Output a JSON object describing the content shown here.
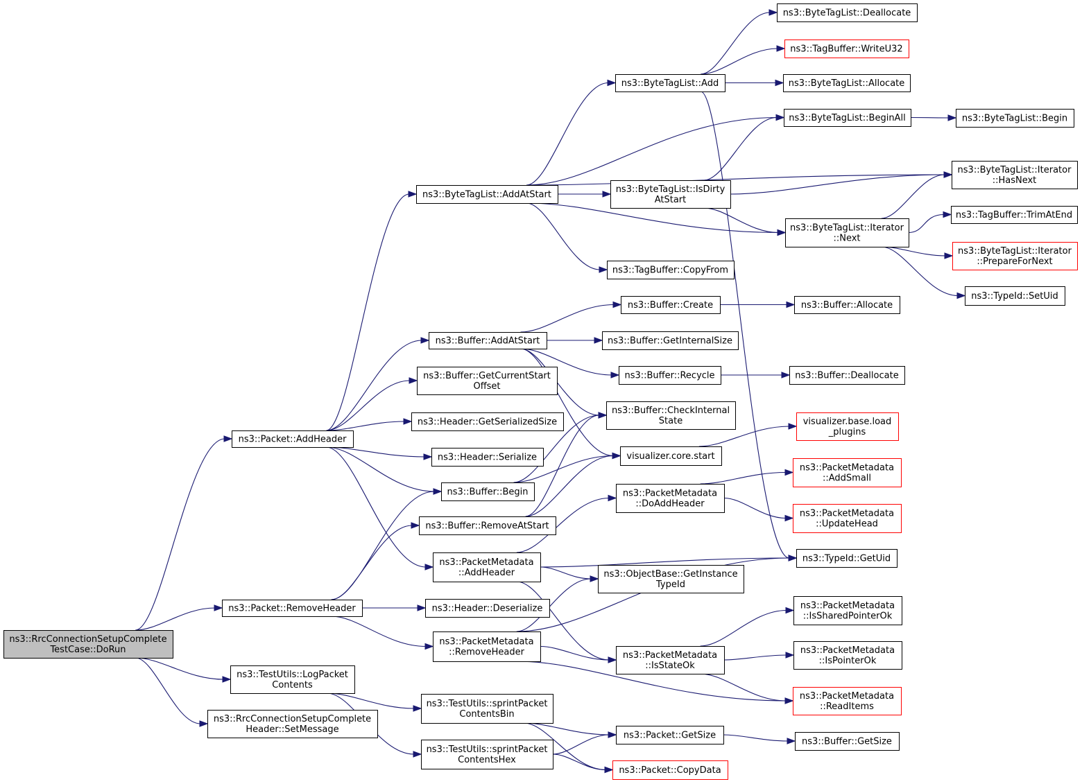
{
  "colors": {
    "edge": "#191970",
    "node_border": "#000000",
    "node_border_undocumented": "#ff0000",
    "root_fill": "#bfbfbf",
    "node_fill": "#ffffff"
  },
  "nodes": [
    {
      "id": "root",
      "lines": [
        "ns3::RrcConnectionSetupComplete",
        "TestCase::DoRun"
      ],
      "root": true
    },
    {
      "id": "pkt_addheader",
      "lines": [
        "ns3::Packet::AddHeader"
      ]
    },
    {
      "id": "pkt_removeheader",
      "lines": [
        "ns3::Packet::RemoveHeader"
      ]
    },
    {
      "id": "tu_logpacket",
      "lines": [
        "ns3::TestUtils::LogPacket",
        "Contents"
      ]
    },
    {
      "id": "rrc_setmessage",
      "lines": [
        "ns3::RrcConnectionSetupComplete",
        "Header::SetMessage"
      ]
    },
    {
      "id": "btl_addatstart",
      "lines": [
        "ns3::ByteTagList::AddAtStart"
      ]
    },
    {
      "id": "buf_addatstart",
      "lines": [
        "ns3::Buffer::AddAtStart"
      ]
    },
    {
      "id": "buf_getcurrentstart",
      "lines": [
        "ns3::Buffer::GetCurrentStart",
        "Offset"
      ]
    },
    {
      "id": "hdr_getserializedsize",
      "lines": [
        "ns3::Header::GetSerializedSize"
      ]
    },
    {
      "id": "hdr_serialize",
      "lines": [
        "ns3::Header::Serialize"
      ]
    },
    {
      "id": "buf_begin",
      "lines": [
        "ns3::Buffer::Begin"
      ]
    },
    {
      "id": "buf_removeatstart",
      "lines": [
        "ns3::Buffer::RemoveAtStart"
      ]
    },
    {
      "id": "pm_addheader",
      "lines": [
        "ns3::PacketMetadata",
        "::AddHeader"
      ]
    },
    {
      "id": "hdr_deserialize",
      "lines": [
        "ns3::Header::Deserialize"
      ]
    },
    {
      "id": "pm_removeheader",
      "lines": [
        "ns3::PacketMetadata",
        "::RemoveHeader"
      ]
    },
    {
      "id": "tu_sprintbin",
      "lines": [
        "ns3::TestUtils::sprintPacket",
        "ContentsBin"
      ]
    },
    {
      "id": "tu_sprinthex",
      "lines": [
        "ns3::TestUtils::sprintPacket",
        "ContentsHex"
      ]
    },
    {
      "id": "btl_add",
      "lines": [
        "ns3::ByteTagList::Add"
      ]
    },
    {
      "id": "btl_isdirty",
      "lines": [
        "ns3::ByteTagList::IsDirty",
        "AtStart"
      ]
    },
    {
      "id": "tb_copyfrom",
      "lines": [
        "ns3::TagBuffer::CopyFrom"
      ]
    },
    {
      "id": "buf_create",
      "lines": [
        "ns3::Buffer::Create"
      ]
    },
    {
      "id": "buf_getinternalsize",
      "lines": [
        "ns3::Buffer::GetInternalSize"
      ]
    },
    {
      "id": "buf_recycle",
      "lines": [
        "ns3::Buffer::Recycle"
      ]
    },
    {
      "id": "buf_checkinternal",
      "lines": [
        "ns3::Buffer::CheckInternal",
        "State"
      ]
    },
    {
      "id": "vis_core_start",
      "lines": [
        "visualizer.core.start"
      ]
    },
    {
      "id": "pm_doaddheader",
      "lines": [
        "ns3::PacketMetadata",
        "::DoAddHeader"
      ]
    },
    {
      "id": "ob_getinstancetypeid",
      "lines": [
        "ns3::ObjectBase::GetInstance",
        "TypeId"
      ]
    },
    {
      "id": "pm_isstateok",
      "lines": [
        "ns3::PacketMetadata",
        "::IsStateOk"
      ]
    },
    {
      "id": "pkt_getsize",
      "lines": [
        "ns3::Packet::GetSize"
      ]
    },
    {
      "id": "pkt_copydata",
      "lines": [
        "ns3::Packet::CopyData"
      ],
      "red": true
    },
    {
      "id": "btl_deallocate",
      "lines": [
        "ns3::ByteTagList::Deallocate"
      ]
    },
    {
      "id": "tb_writeu32",
      "lines": [
        "ns3::TagBuffer::WriteU32"
      ],
      "red": true
    },
    {
      "id": "btl_allocate",
      "lines": [
        "ns3::ByteTagList::Allocate"
      ]
    },
    {
      "id": "btl_beginall",
      "lines": [
        "ns3::ByteTagList::BeginAll"
      ]
    },
    {
      "id": "btl_it_next",
      "lines": [
        "ns3::ByteTagList::Iterator",
        "::Next"
      ]
    },
    {
      "id": "buf_allocate",
      "lines": [
        "ns3::Buffer::Allocate"
      ]
    },
    {
      "id": "buf_deallocate",
      "lines": [
        "ns3::Buffer::Deallocate"
      ]
    },
    {
      "id": "vis_loadplugins",
      "lines": [
        "visualizer.base.load",
        "_plugins"
      ],
      "red": true
    },
    {
      "id": "pm_addsmall",
      "lines": [
        "ns3::PacketMetadata",
        "::AddSmall"
      ],
      "red": true
    },
    {
      "id": "pm_updatehead",
      "lines": [
        "ns3::PacketMetadata",
        "::UpdateHead"
      ],
      "red": true
    },
    {
      "id": "typeid_getuid",
      "lines": [
        "ns3::TypeId::GetUid"
      ]
    },
    {
      "id": "pm_issharedpointerok",
      "lines": [
        "ns3::PacketMetadata",
        "::IsSharedPointerOk"
      ]
    },
    {
      "id": "pm_ispointerok",
      "lines": [
        "ns3::PacketMetadata",
        "::IsPointerOk"
      ]
    },
    {
      "id": "pm_readitems",
      "lines": [
        "ns3::PacketMetadata",
        "::ReadItems"
      ],
      "red": true
    },
    {
      "id": "buf_getsize",
      "lines": [
        "ns3::Buffer::GetSize"
      ]
    },
    {
      "id": "btl_begin",
      "lines": [
        "ns3::ByteTagList::Begin"
      ]
    },
    {
      "id": "btl_it_hasnext",
      "lines": [
        "ns3::ByteTagList::Iterator",
        "::HasNext"
      ]
    },
    {
      "id": "tb_trimatend",
      "lines": [
        "ns3::TagBuffer::TrimAtEnd"
      ]
    },
    {
      "id": "btl_it_preparefornext",
      "lines": [
        "ns3::ByteTagList::Iterator",
        "::PrepareForNext"
      ],
      "red": true
    },
    {
      "id": "typeid_setuid",
      "lines": [
        "ns3::TypeId::SetUid"
      ]
    }
  ],
  "edges": [
    [
      "root",
      "pkt_addheader"
    ],
    [
      "root",
      "pkt_removeheader"
    ],
    [
      "root",
      "tu_logpacket"
    ],
    [
      "root",
      "rrc_setmessage"
    ],
    [
      "pkt_addheader",
      "btl_addatstart"
    ],
    [
      "pkt_addheader",
      "buf_addatstart"
    ],
    [
      "pkt_addheader",
      "buf_getcurrentstart"
    ],
    [
      "pkt_addheader",
      "hdr_getserializedsize"
    ],
    [
      "pkt_addheader",
      "hdr_serialize"
    ],
    [
      "pkt_addheader",
      "buf_begin"
    ],
    [
      "pkt_addheader",
      "pm_addheader"
    ],
    [
      "btl_addatstart",
      "btl_add"
    ],
    [
      "btl_addatstart",
      "btl_beginall"
    ],
    [
      "btl_addatstart",
      "btl_it_hasnext"
    ],
    [
      "btl_addatstart",
      "btl_isdirty"
    ],
    [
      "btl_addatstart",
      "btl_it_next"
    ],
    [
      "btl_addatstart",
      "tb_copyfrom"
    ],
    [
      "btl_add",
      "btl_deallocate"
    ],
    [
      "btl_add",
      "tb_writeu32"
    ],
    [
      "btl_add",
      "btl_allocate"
    ],
    [
      "btl_add",
      "typeid_getuid"
    ],
    [
      "btl_beginall",
      "btl_begin"
    ],
    [
      "btl_isdirty",
      "btl_beginall"
    ],
    [
      "btl_isdirty",
      "btl_it_hasnext"
    ],
    [
      "btl_isdirty",
      "btl_it_next"
    ],
    [
      "btl_it_next",
      "btl_it_hasnext"
    ],
    [
      "btl_it_next",
      "tb_trimatend"
    ],
    [
      "btl_it_next",
      "btl_it_preparefornext"
    ],
    [
      "btl_it_next",
      "typeid_setuid"
    ],
    [
      "buf_addatstart",
      "buf_create"
    ],
    [
      "buf_addatstart",
      "buf_getinternalsize"
    ],
    [
      "buf_addatstart",
      "buf_recycle"
    ],
    [
      "buf_addatstart",
      "buf_checkinternal"
    ],
    [
      "buf_addatstart",
      "vis_core_start"
    ],
    [
      "buf_create",
      "buf_allocate"
    ],
    [
      "buf_recycle",
      "buf_deallocate"
    ],
    [
      "buf_begin",
      "buf_checkinternal"
    ],
    [
      "buf_begin",
      "vis_core_start"
    ],
    [
      "buf_removeatstart",
      "buf_checkinternal"
    ],
    [
      "buf_removeatstart",
      "vis_core_start"
    ],
    [
      "vis_core_start",
      "vis_loadplugins"
    ],
    [
      "pm_addheader",
      "pm_doaddheader"
    ],
    [
      "pm_addheader",
      "typeid_getuid"
    ],
    [
      "pm_addheader",
      "ob_getinstancetypeid"
    ],
    [
      "pm_addheader",
      "pm_isstateok"
    ],
    [
      "pm_doaddheader",
      "pm_addsmall"
    ],
    [
      "pm_doaddheader",
      "pm_updatehead"
    ],
    [
      "pkt_removeheader",
      "buf_begin"
    ],
    [
      "pkt_removeheader",
      "buf_removeatstart"
    ],
    [
      "pkt_removeheader",
      "hdr_deserialize"
    ],
    [
      "pkt_removeheader",
      "pm_removeheader"
    ],
    [
      "pm_removeheader",
      "ob_getinstancetypeid"
    ],
    [
      "pm_removeheader",
      "typeid_getuid"
    ],
    [
      "pm_removeheader",
      "pm_isstateok"
    ],
    [
      "pm_removeheader",
      "pm_readitems"
    ],
    [
      "pm_isstateok",
      "pm_issharedpointerok"
    ],
    [
      "pm_isstateok",
      "pm_ispointerok"
    ],
    [
      "pm_isstateok",
      "pm_readitems"
    ],
    [
      "tu_logpacket",
      "tu_sprintbin"
    ],
    [
      "tu_logpacket",
      "tu_sprinthex"
    ],
    [
      "tu_sprintbin",
      "pkt_getsize"
    ],
    [
      "tu_sprintbin",
      "pkt_copydata"
    ],
    [
      "tu_sprinthex",
      "pkt_getsize"
    ],
    [
      "tu_sprinthex",
      "pkt_copydata"
    ],
    [
      "pkt_getsize",
      "buf_getsize"
    ]
  ]
}
